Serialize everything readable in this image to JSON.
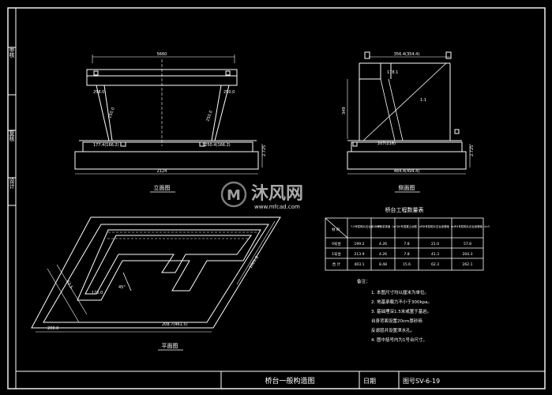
{
  "drawing": {
    "views": {
      "front": "立面图",
      "side": "侧面图",
      "plan": "平面图"
    },
    "side_labels": [
      "审核",
      "复核",
      "设计"
    ],
    "dims": {
      "front_top": "5660",
      "front_mid_right": "250.0",
      "front_left_slope": "258.0",
      "front_right_slope": "250.0",
      "front_foot_left": "177.4(166.2)",
      "front_foot_right": "1250.4(166.2)",
      "front_bottom": "2124",
      "front_side": "2.725",
      "side_top": "356.4(354.4)",
      "side_inner": "178.1",
      "side_slope": "1:1",
      "side_height": "349",
      "side_foot": "207(216)",
      "side_bottom": "484.4(494.4)",
      "side_right": "2.725",
      "plan_left_a": "62.5",
      "plan_left_b": "125.0",
      "plan_diag": "1001.8",
      "plan_angle": "45°",
      "plan_bottom_left": "200.0",
      "plan_bottom_right": "208.7(461.5)"
    }
  },
  "table": {
    "title": "桥台工程数量表",
    "headers": [
      "材 料",
      "7.5号浆砌片石台身（m³）",
      "10号砂浆抹面（m²）",
      "20号混凝土台帽（m³）",
      "7.5号浆砌片石台身基础（m³）",
      "7.5号浆砌片石台身基础（m³）"
    ],
    "rows": [
      [
        "0号台",
        "199.2",
        "4.26",
        "7.8",
        "21.0",
        "57.8"
      ],
      [
        "1号台",
        "213.9",
        "4.26",
        "7.8",
        "41.3",
        "204.3"
      ],
      [
        "合 计",
        "403.1",
        "8.48",
        "15.6",
        "62.3",
        "262.1"
      ]
    ]
  },
  "notes": {
    "title": "备注：",
    "items": [
      "1. 本图尺寸均以厘米为单位。",
      "2. 地基承载力不小于300kpa。",
      "3. 基础埋深1.5米或置于基岩。",
      "   台身背面设置20cm厚砂砾",
      "   反滤层并设置泄水孔。",
      "4. 图中括号内为1号台尺寸。"
    ]
  },
  "title_block": {
    "drawing_title": "桥台一般构造图",
    "date_label": "日期",
    "drawing_no": "图号SV-6-19"
  },
  "watermark": {
    "brand": "沐风网",
    "url": "www.mfcad.com",
    "logo_letter": "M"
  }
}
